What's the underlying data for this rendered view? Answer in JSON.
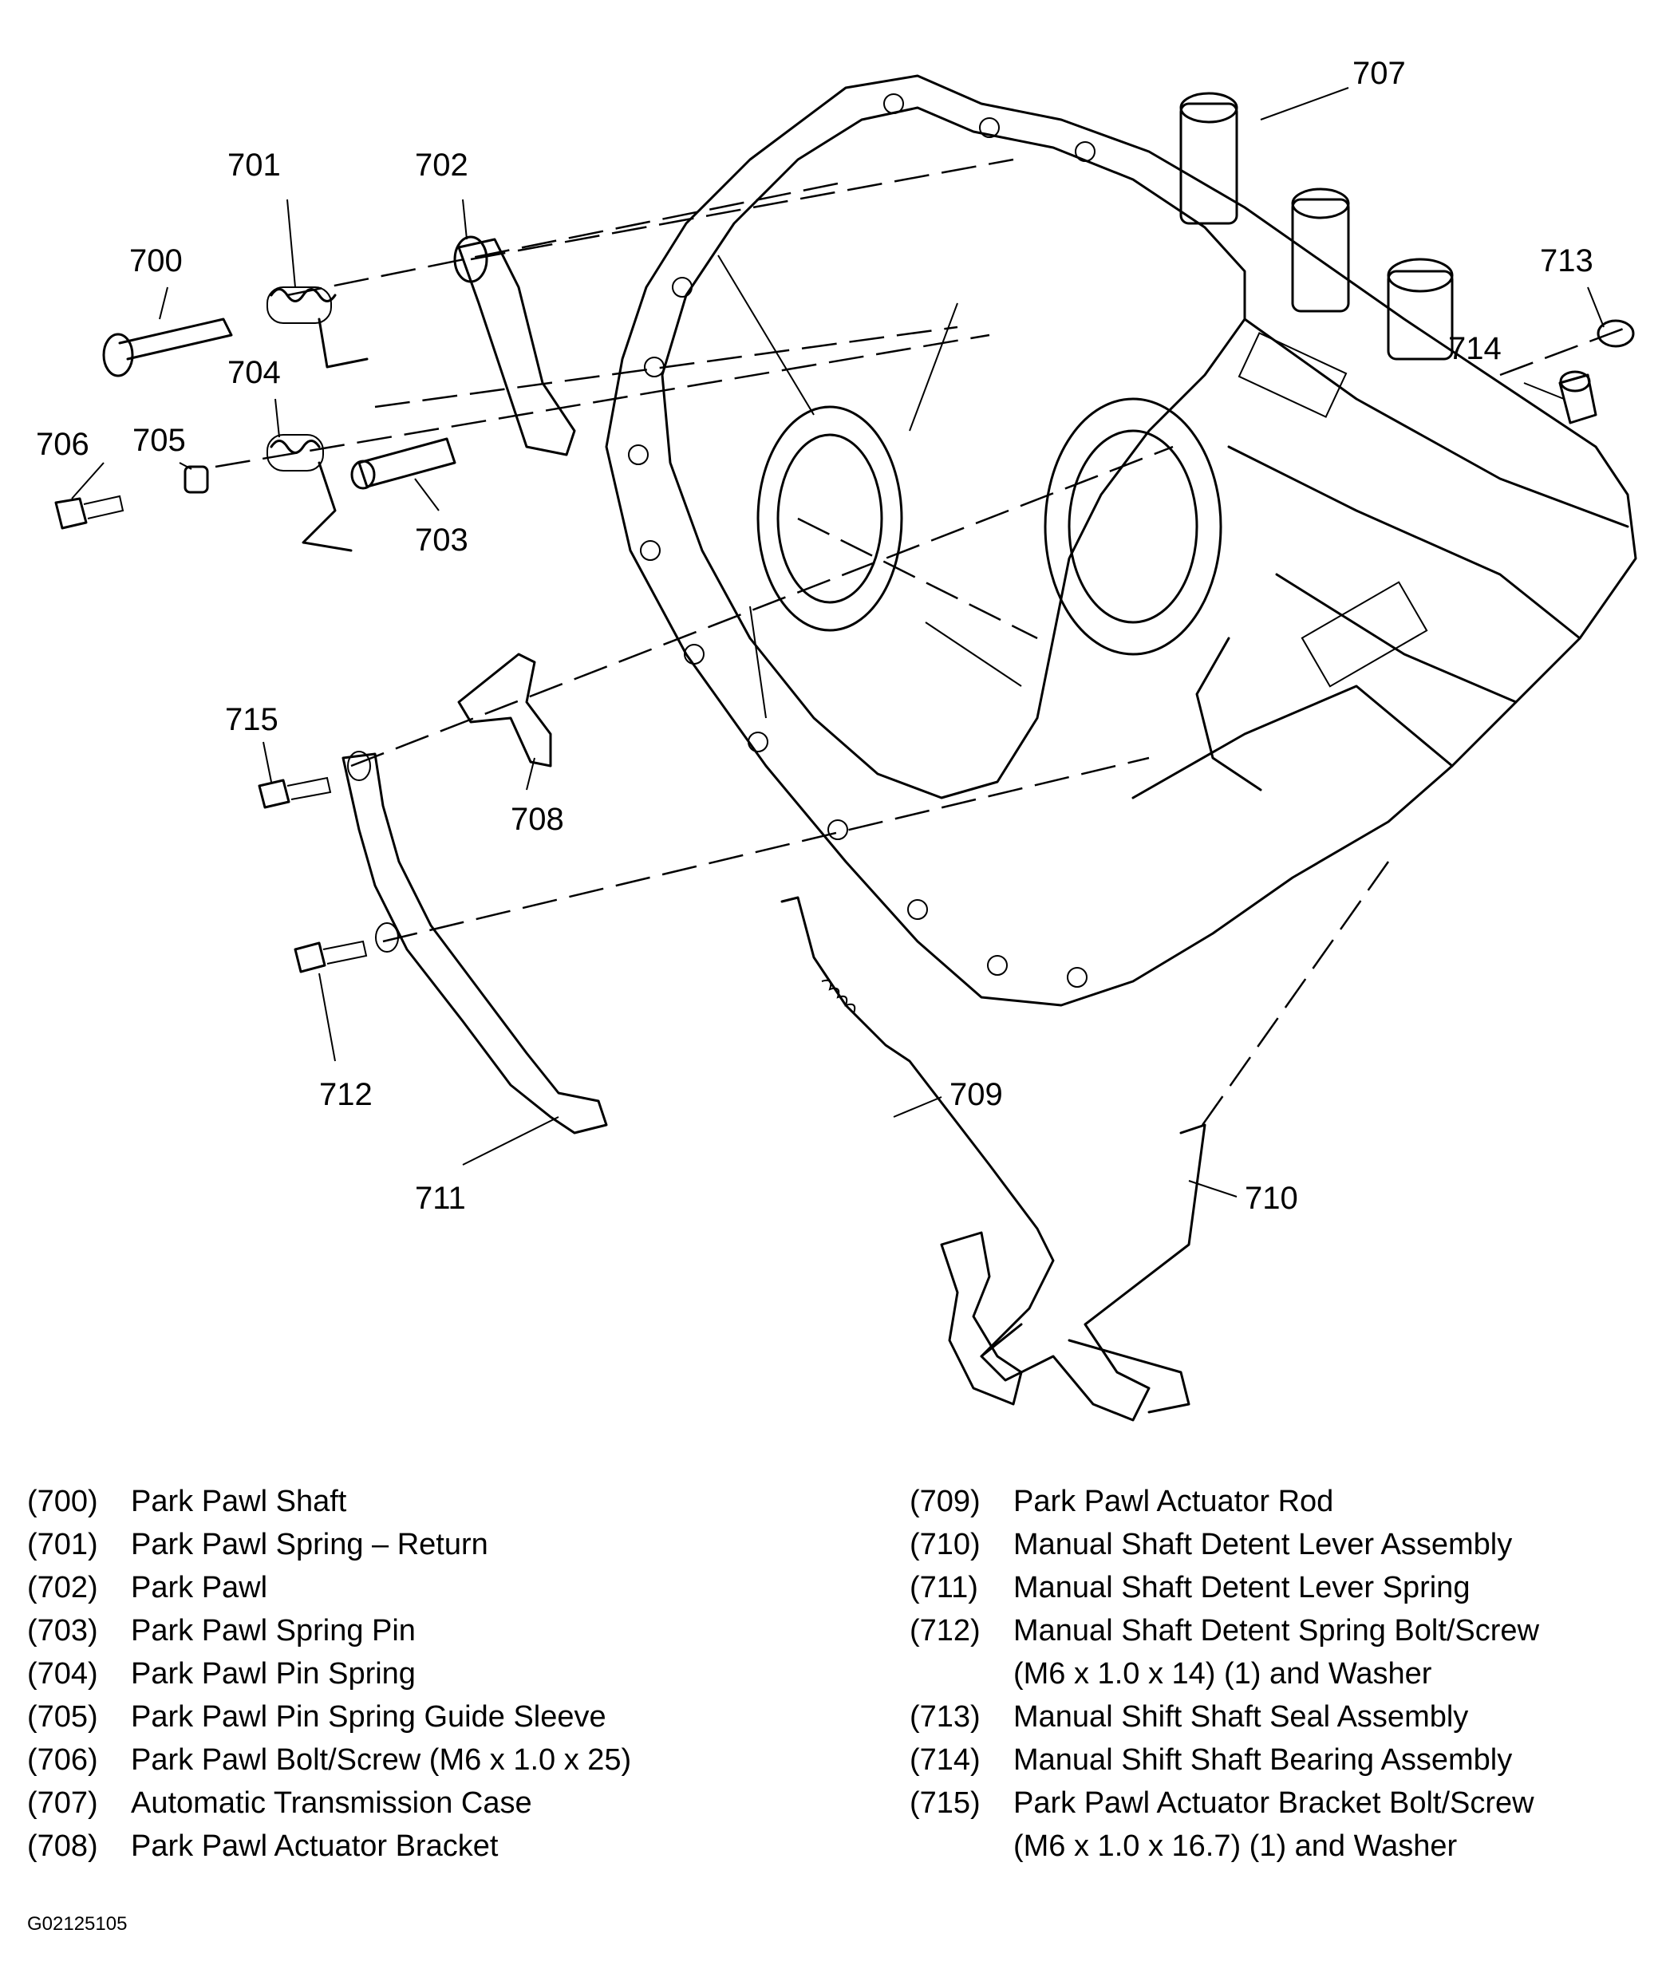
{
  "callouts": [
    "700",
    "701",
    "702",
    "703",
    "704",
    "705",
    "706",
    "707",
    "708",
    "709",
    "710",
    "711",
    "712",
    "713",
    "714",
    "715"
  ],
  "legend_left": [
    {
      "code": "(700)",
      "desc": "Park Pawl Shaft"
    },
    {
      "code": "(701)",
      "desc": "Park Pawl Spring – Return"
    },
    {
      "code": "(702)",
      "desc": "Park Pawl"
    },
    {
      "code": "(703)",
      "desc": "Park Pawl Spring Pin"
    },
    {
      "code": "(704)",
      "desc": "Park Pawl Pin Spring"
    },
    {
      "code": "(705)",
      "desc": "Park Pawl Pin Spring Guide Sleeve"
    },
    {
      "code": "(706)",
      "desc": "Park Pawl Bolt/Screw (M6 x 1.0 x 25)"
    },
    {
      "code": "(707)",
      "desc": "Automatic Transmission Case"
    },
    {
      "code": "(708)",
      "desc": "Park Pawl Actuator Bracket"
    }
  ],
  "legend_right": [
    {
      "code": "(709)",
      "desc": "Park Pawl Actuator Rod",
      "desc2": ""
    },
    {
      "code": "(710)",
      "desc": "Manual Shaft Detent Lever Assembly",
      "desc2": ""
    },
    {
      "code": "(711)",
      "desc": "Manual Shaft Detent Lever Spring",
      "desc2": ""
    },
    {
      "code": "(712)",
      "desc": "Manual Shaft Detent Spring Bolt/Screw",
      "desc2": "(M6 x 1.0 x 14) (1) and Washer"
    },
    {
      "code": "(713)",
      "desc": "Manual Shift Shaft Seal Assembly",
      "desc2": ""
    },
    {
      "code": "(714)",
      "desc": "Manual Shift Shaft Bearing Assembly",
      "desc2": ""
    },
    {
      "code": "(715)",
      "desc": "Park Pawl Actuator Bracket Bolt/Screw",
      "desc2": "(M6 x 1.0 x 16.7) (1) and Washer"
    }
  ],
  "figure_id": "G02125105"
}
